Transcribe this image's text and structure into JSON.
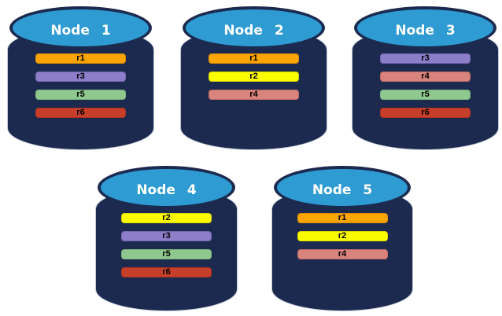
{
  "diagram": {
    "background": "#FFFFFF",
    "cylinder": {
      "body_color": "#1B2A4E",
      "top_color": "#2E9BD3",
      "outline_color": "#C3C9D7",
      "title_color": "#FFFFFF"
    },
    "bar_text_color": "#000000",
    "replica_colors": {
      "r1": {
        "fill": "#FCA400",
        "border": "#E08E00"
      },
      "r2": {
        "fill": "#FCFC00",
        "border": "#DCD600"
      },
      "r3": {
        "fill": "#8C7EC8",
        "border": "#7767B4"
      },
      "r4": {
        "fill": "#D8837B",
        "border": "#C26C63"
      },
      "r5": {
        "fill": "#8FC88F",
        "border": "#79B579"
      },
      "r6": {
        "fill": "#C73E2A",
        "border": "#AD3320"
      }
    },
    "nodes": [
      {
        "title": "Node 1",
        "replicas": [
          "r1",
          "r3",
          "r5",
          "r6"
        ]
      },
      {
        "title": "Node 2",
        "replicas": [
          "r1",
          "r2",
          "r4"
        ]
      },
      {
        "title": "Node 3",
        "replicas": [
          "r3",
          "r4",
          "r5",
          "r6"
        ]
      },
      {
        "title": "Node 4",
        "replicas": [
          "r2",
          "r3",
          "r5",
          "r6"
        ]
      },
      {
        "title": "Node 5",
        "replicas": [
          "r1",
          "r2",
          "r4"
        ]
      }
    ]
  }
}
